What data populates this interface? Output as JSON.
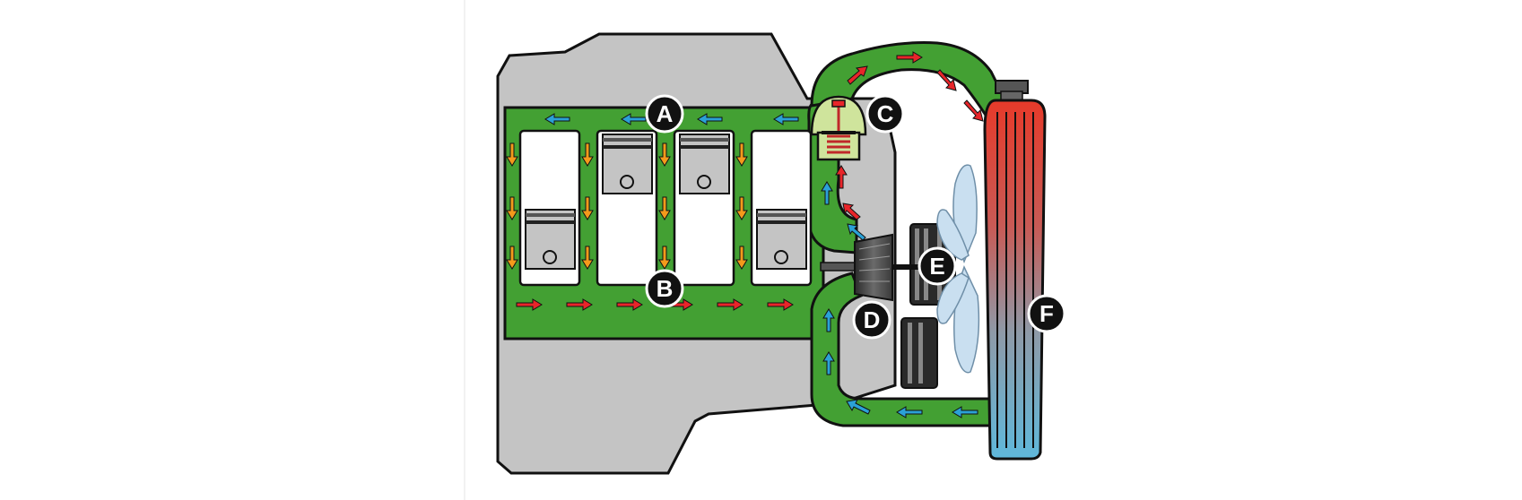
{
  "diagram": {
    "labels": {
      "a": "A",
      "b": "B",
      "c": "C",
      "d": "D",
      "e": "E",
      "f": "F"
    },
    "colors": {
      "coolant": "#43a033",
      "block": "#c4c4c4",
      "hot_arrow": "#e8252a",
      "cold_arrow": "#2ba1d6",
      "cylinder_arrow": "#f49a1b",
      "radiator_top": "#e63a2a",
      "radiator_bottom": "#5fb8db",
      "fan": "#c9dff0",
      "thermostat": "#cfe49c"
    }
  }
}
